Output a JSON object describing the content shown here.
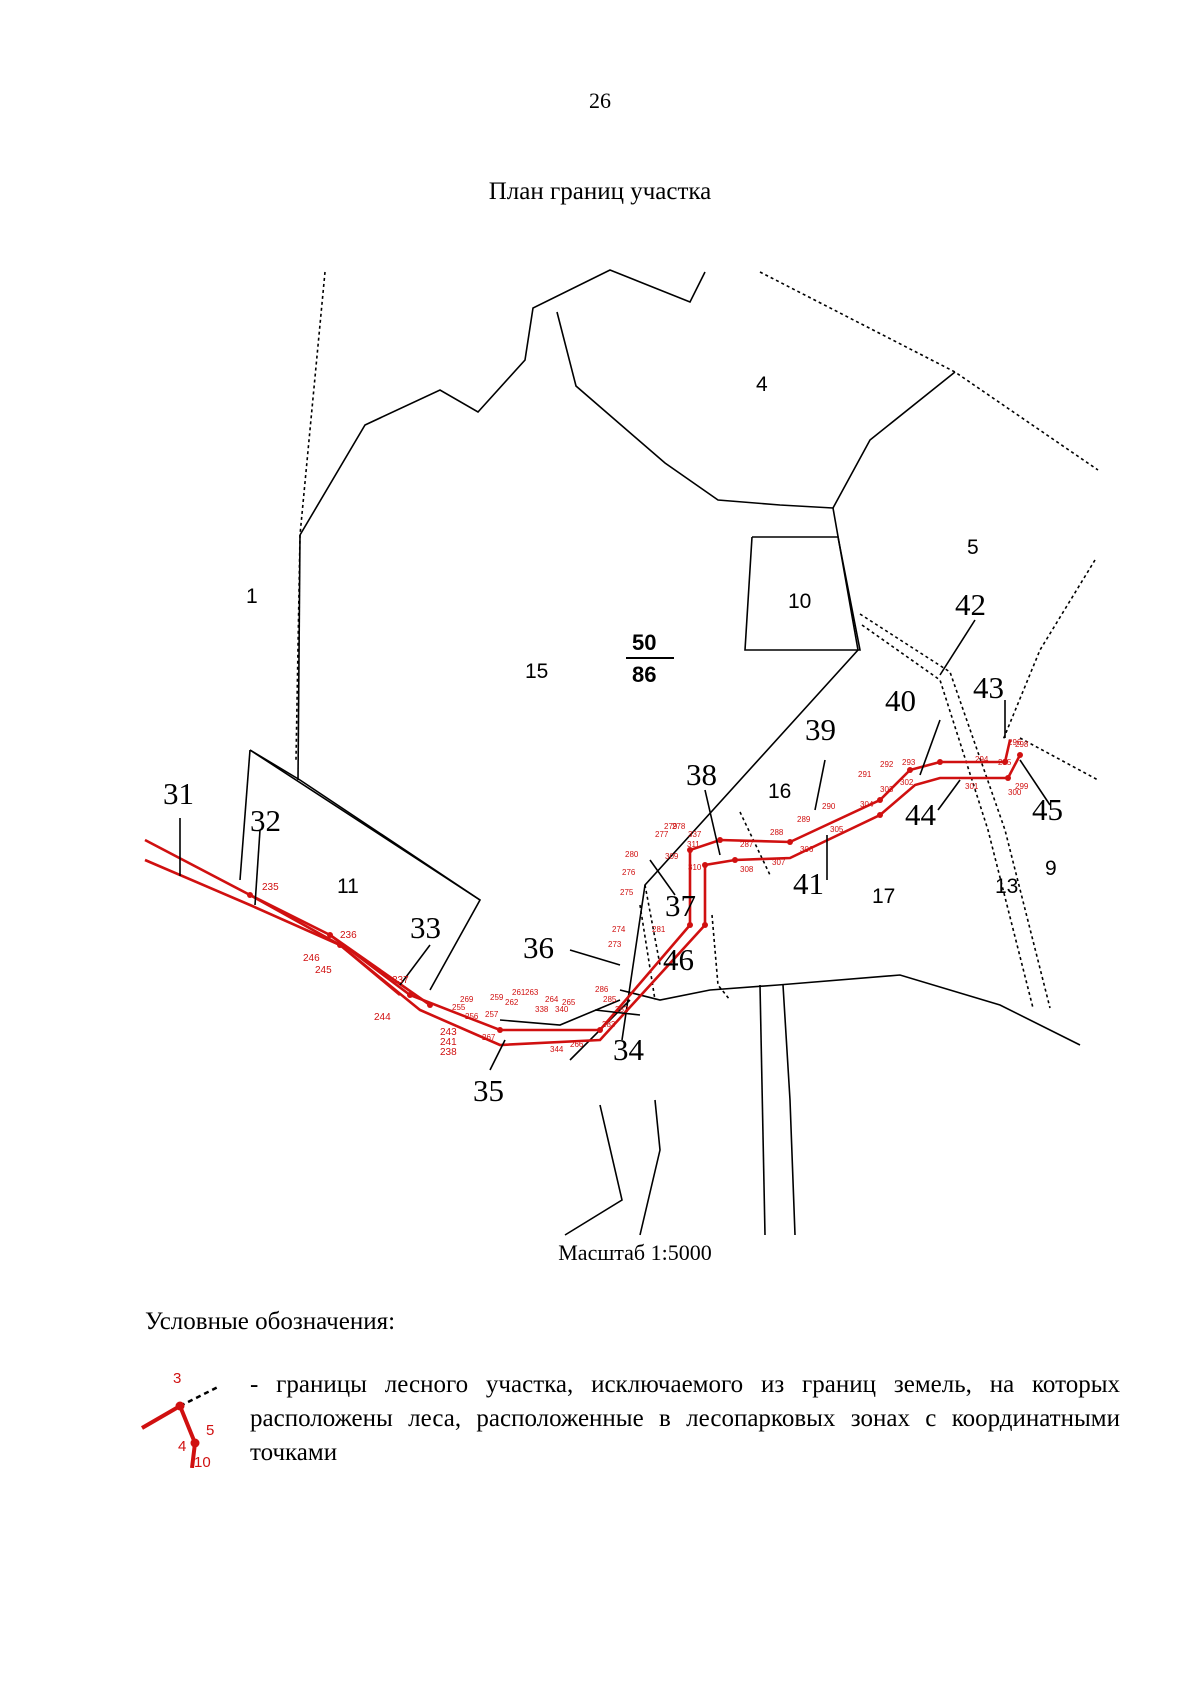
{
  "page": {
    "number": "26",
    "title": "План границ участка"
  },
  "map": {
    "quarter_labels": [
      "1",
      "4",
      "5",
      "9",
      "10",
      "11",
      "13",
      "15",
      "16",
      "17"
    ],
    "fraction": {
      "numerator": "50",
      "denominator": "86"
    },
    "callout_labels": [
      "31",
      "32",
      "33",
      "34",
      "35",
      "36",
      "37",
      "38",
      "39",
      "40",
      "41",
      "42",
      "43",
      "44",
      "45",
      "46"
    ],
    "point_labels": [
      "235",
      "236",
      "237",
      "238",
      "241",
      "243",
      "244",
      "245",
      "246",
      "255",
      "256",
      "257",
      "259",
      "261",
      "262",
      "263",
      "264",
      "265",
      "266",
      "267",
      "269",
      "273",
      "274",
      "275",
      "276",
      "277",
      "278",
      "279",
      "280",
      "281",
      "282",
      "283",
      "285",
      "286",
      "287",
      "288",
      "289",
      "290",
      "291",
      "292",
      "293",
      "294",
      "295",
      "296",
      "298",
      "299",
      "300",
      "301",
      "302",
      "303",
      "304",
      "305",
      "306",
      "307",
      "308",
      "309",
      "310",
      "311",
      "337",
      "338",
      "340",
      "344"
    ],
    "colors": {
      "boundary": "#d01010",
      "lines": "#000000"
    }
  },
  "scale_text": "Масштаб 1:5000",
  "legend": {
    "title": "Условные обозначения:",
    "items": [
      {
        "icon_points": [
          "3",
          "4",
          "5",
          "10"
        ],
        "text": "- границы лесного участка, исключаемого из границ земель, на которых расположены леса, расположенные в лесопарковых зонах с координатными точками"
      }
    ]
  }
}
